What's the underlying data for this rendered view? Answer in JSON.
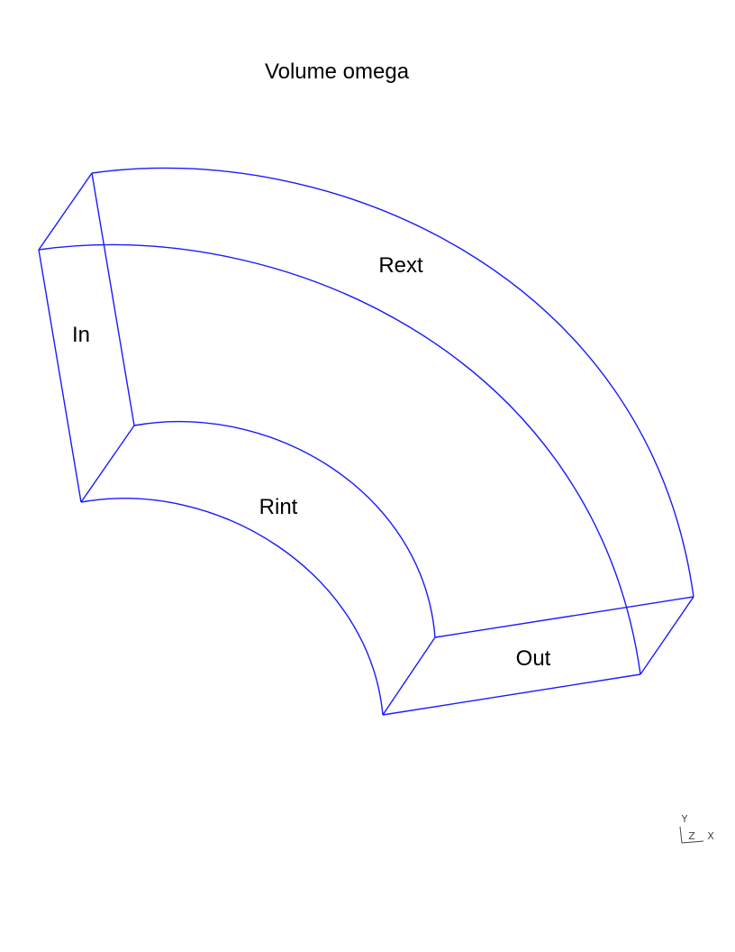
{
  "title": "Volume omega",
  "faces": {
    "in": "In",
    "out": "Out",
    "rint": "Rint",
    "rext": "Rext"
  },
  "axes": {
    "x": "X",
    "y": "Y",
    "z": "Z"
  },
  "colors": {
    "edges": "#1a1aff",
    "background": "#ffffff",
    "text": "#000000"
  }
}
